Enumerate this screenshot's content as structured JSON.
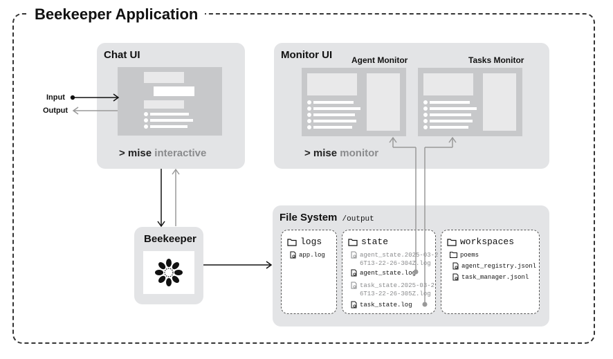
{
  "app_title": "Beekeeper Application",
  "chat": {
    "title": "Chat UI",
    "input_label": "Input",
    "output_label": "Output",
    "cmd_main": "> mise",
    "cmd_soft": " interactive"
  },
  "monitor": {
    "title": "Monitor UI",
    "agent_monitor": "Agent Monitor",
    "tasks_monitor": "Tasks Monitor",
    "cmd_main": "> mise",
    "cmd_soft": " monitor"
  },
  "beekeeper": {
    "title": "Beekeeper"
  },
  "fs": {
    "title": "File System",
    "path": "/output",
    "logs": {
      "name": "logs",
      "files": [
        "app.log"
      ]
    },
    "state": {
      "name": "state",
      "file1_line1": "agent_state.2025-03-2",
      "file1_line2": "6T13-22-26-304Z.log",
      "file2": "agent_state.log",
      "file3_line1": "task_state.2025-03-2",
      "file3_line2": "6T13-22-26-305Z.log",
      "file4": "task_state.log"
    },
    "workspaces": {
      "name": "workspaces",
      "sub": "poems",
      "file1": "agent_registry.jsonl",
      "file2": "task_manager.jsonl"
    }
  },
  "colors": {
    "panel": "#e3e4e6",
    "screen": "#c7c8ca",
    "arrow_dark": "#111111",
    "arrow_light": "#999999"
  }
}
